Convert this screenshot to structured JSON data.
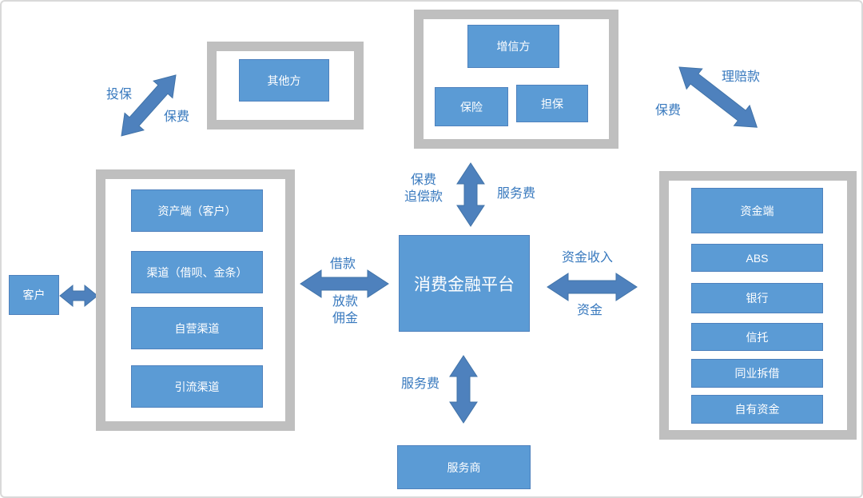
{
  "colors": {
    "box_blue": "#5B9BD5",
    "box_border_blue": "#4E81BD",
    "arrow_blue": "#4E81BD",
    "label_blue": "#3879BE",
    "frame_gray": "#BFBFBF",
    "box_text": "#FFFFFF"
  },
  "nodes": {
    "customer": "客户",
    "platform": "消费金融平台",
    "service_provider": "服务商",
    "other_party": "其他方",
    "credit_enhancer": "增信方",
    "insurance": "保险",
    "guarantee": "担保"
  },
  "groups": {
    "asset_side": {
      "items": [
        "资产端（客户）",
        "渠道（借呗、金条）",
        "自营渠道",
        "引流渠道"
      ]
    },
    "funding_side": {
      "items": [
        "资金端",
        "ABS",
        "银行",
        "信托",
        "同业拆借",
        "自有资金"
      ]
    }
  },
  "flow_labels": {
    "insure": "投保",
    "premium_topleft": "保费",
    "claims": "理赔款",
    "premium_topright": "保费",
    "premium_recourse_l1": "保费",
    "premium_recourse_l2": "追偿款",
    "service_fee_top": "服务费",
    "borrow": "借款",
    "disburse_l1": "放款",
    "disburse_l2": "佣金",
    "funding_income": "资金收入",
    "funding": "资金",
    "service_fee_bottom": "服务费"
  }
}
